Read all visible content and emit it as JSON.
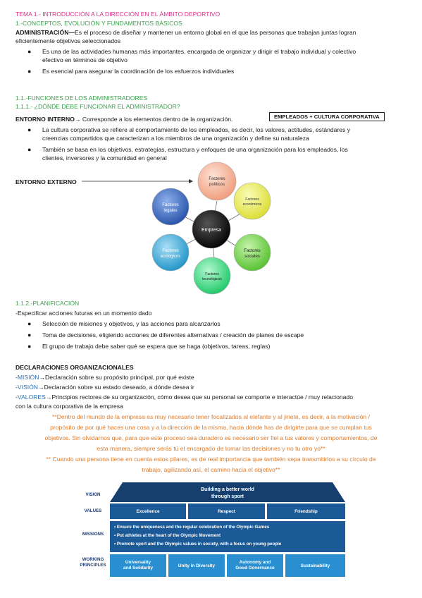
{
  "header": {
    "title": "TEMA 1.- INTRODUCCIÓN A LA DIRECCIÓN EN EL ÁMBITO DEPORTIVO",
    "subtitle": "1.-CONCEPTOS, EVOLUCIÓN Y FUNDAMENTOS BÁSICOS"
  },
  "admin": {
    "lead": "ADMINISTRACIÓN—",
    "line1": "Es el proceso de diseñar y mantener un entorno global en el que las personas que trabajan juntas logran",
    "line2": "eficientemente objetivos seleccionados",
    "bullets": [
      [
        "Es una de las actividades humanas más importantes, encargada de organizar y dirigir el trabajo individual y colectivo",
        "efectivo en términos de objetivo"
      ],
      [
        "Es esencial para asegurar la coordinación de los esfuerzos individuales"
      ]
    ]
  },
  "section11": {
    "heading": "1.1.-FUNCIONES DE LOS ADMINISTRADORES",
    "sub": "1.1.1.- ¿DÓNDE DEBE FUNCIONAR EL ADMINISTRADOR?",
    "entorno_interno_lead": "ENTORNO INTERNO",
    "entorno_interno_text": "→ Corresponde a los elementos dentro de la organización.",
    "box_label": "EMPLEADOS + CULTURA CORPORATIVA",
    "bullets": [
      [
        "La cultura corporativa se refiere al comportamiento de los empleados, es decir, los valores, actitudes, estándares y",
        "creencias compartidos que caracterizan a los miembros de una organización y define su naturaleza"
      ],
      [
        "También se basa en los objetivos, estrategias, estructura y enfoques de una organización para los empleados, los",
        "clientes, inversores y la comunidad en general"
      ]
    ],
    "entorno_externo": "ENTORNO EXTERNO"
  },
  "factors_diagram": {
    "center": "Empresa",
    "nodes": [
      {
        "label": "Factores\npolíticos",
        "color": "#f4a98a"
      },
      {
        "label": "Factores\neconómicos",
        "color": "#e8ea4a"
      },
      {
        "label": "Factores\nsociales",
        "color": "#6fd046"
      },
      {
        "label": "Factores\ntecnológicos",
        "color": "#2fd67a"
      },
      {
        "label": "Factores\necológicos",
        "color": "#2aa6d8"
      },
      {
        "label": "Factores\nlegales",
        "color": "#2f5fb8"
      }
    ]
  },
  "section112": {
    "heading": "1.1.2.-PLANIFICACIÓN",
    "intro": "-Especificar acciones futuras en un momento dado",
    "bullets": [
      "Selección de misiones y objetivos, y las acciones para alcanzarlos",
      "Toma de decisiones, eligiendo acciones de diferentes alternativas / creación de planes de escape",
      "El grupo de trabajo debe saber qué se espera que se haga (objetivos, tareas, reglas)"
    ]
  },
  "declaraciones": {
    "heading": "DECLARACIONES ORGANIZACIONALES",
    "mision_key": "MISIÓN",
    "mision_text": "→Declaración sobre su propósito principal, por qué existe",
    "vision_key": "VISIÓN",
    "vision_text": "→Declaración sobre su estado deseado, a dónde desea ir",
    "valores_key": "VALORES",
    "valores_text": "→Principios rectores de su organización, cómo desea que su personal se comporte e interactúe / muy relacionado",
    "valores_text2": "con la cultura corporativa de la empresa"
  },
  "notes": [
    "**Dentro del mundo de la empresa es muy necesario tener focalizados al elefante y al jinete, es decir, a la motivación /",
    "propósito de por qué haces una cosa y a la dirección de la misma, hacia dónde has de dirigirte para que se cumplan tus",
    "objetivos. Sin olvidarnos que, para que este proceso sea duradero es necesario ser fiel a tus valores y comportamientos, de",
    "esta manera, siempre serás tú el encargado de tomar las decisiones y no tu otro yo**",
    "** Cuando una persona tiene en cuenta estos pilares, es de real importancia que también sepa transmitirlos a su círculo de",
    "trabajo, agilizando así, el camino hacia el objetivo**"
  ],
  "olympic": {
    "labels": {
      "vision": "VISION",
      "values": "VALUES",
      "missions": "MISSIONS",
      "working": "WORKING\nPRINCIPLES"
    },
    "vision_text": "Building a better world\nthrough sport",
    "values": [
      "Excellence",
      "Respect",
      "Friendship"
    ],
    "missions": [
      "• Ensure the uniqueness and the regular celebration of the Olympic Games",
      "• Put athletes at the heart of the Olympic Movement",
      "• Promote sport and the Olympic values in society, with a focus on young people"
    ],
    "principles": [
      "Universality\nand Solidarity",
      "Unity in Diversity",
      "Autonomy and\nGood Governance",
      "Sustainability"
    ]
  }
}
